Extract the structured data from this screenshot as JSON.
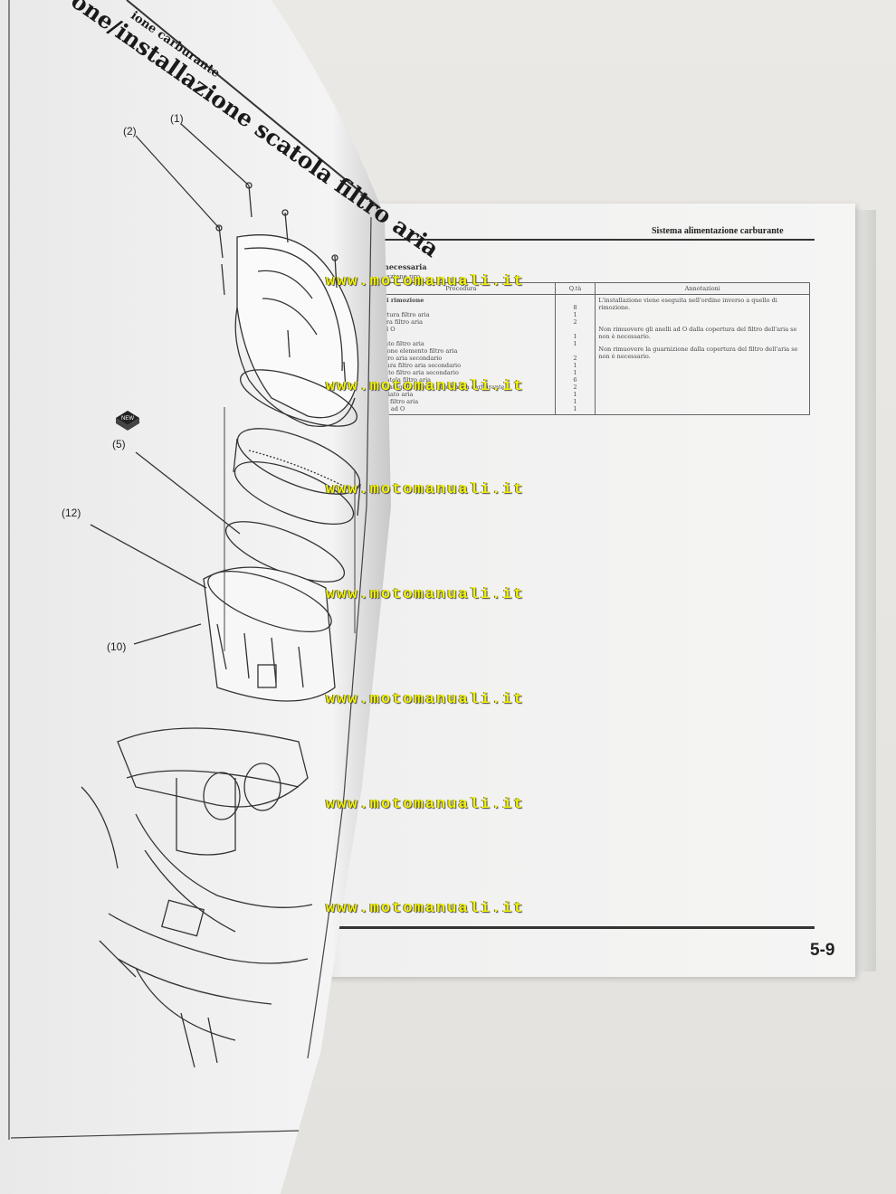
{
  "left_page": {
    "running_header": "ione carburante",
    "section_title": "one/installazione scatola filtro aria",
    "callouts": [
      "(1)",
      "(2)",
      "(5)",
      "(12)",
      "(10)"
    ],
    "new_badge": "NEW"
  },
  "right_page": {
    "header": "Sistema alimentazione carburante",
    "table_title": "one necessaria",
    "table_subtitle": "installazione pro",
    "columns": {
      "procedure": "Procedura",
      "qty": "Q.tà",
      "notes": "Annotazioni"
    },
    "rows": [
      {
        "procedure": "ine di rimozione",
        "qty": ""
      },
      {
        "procedure": "",
        "qty": "8"
      },
      {
        "procedure": "copertura filtro aria",
        "qty": "1"
      },
      {
        "procedure": "pertura filtro aria",
        "qty": "2"
      },
      {
        "procedure": "elli ad O",
        "qty": ""
      },
      {
        "procedure": "",
        "qty": "1"
      },
      {
        "procedure": "lemento filtro aria",
        "qty": "1"
      },
      {
        "procedure": "ernizione elemento filtro aria",
        "qty": ""
      },
      {
        "procedure": "bo filtro aria secondario",
        "qty": "2"
      },
      {
        "procedure": "opertura filtro aria secondario",
        "qty": "1"
      },
      {
        "procedure": "lemento filtro aria secondario",
        "qty": "1"
      },
      {
        "procedure": "ite scatola filtro aria",
        "qty": "6"
      },
      {
        "procedure": "ite montaggio valvola automatica carburante",
        "qty": "2"
      },
      {
        "procedure": "ubo sfiato aria",
        "qty": "1"
      },
      {
        "procedure": "catola filtro aria",
        "qty": "1"
      },
      {
        "procedure": "Anello ad O",
        "qty": "1"
      }
    ],
    "notes": [
      "L'installazione viene eseguita nell'ordine inverso a quello di rimozione.",
      "Non rimuovere gli anelli ad O dalla copertura del filtro dell'aria se non è necessario.",
      "Non rimuovere la guarnizione dalla copertura del filtro dell'aria se non è necessario."
    ],
    "page_number": "5-9"
  },
  "watermark": "www.motomanuali.it"
}
